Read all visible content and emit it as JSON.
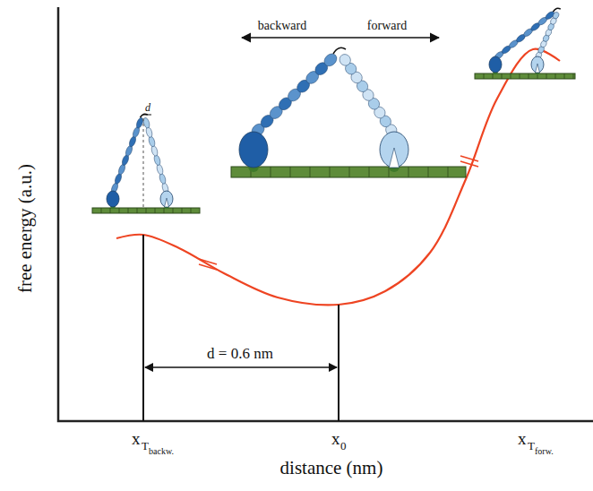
{
  "diagram": {
    "labels": [
      "free energy (a.u.)",
      "distance (nm)",
      "backward",
      "forward",
      "d",
      "d = 0.6 nm",
      "x",
      "T",
      "backw.",
      "x",
      "0",
      "x",
      "T",
      "forw."
    ]
  }
}
